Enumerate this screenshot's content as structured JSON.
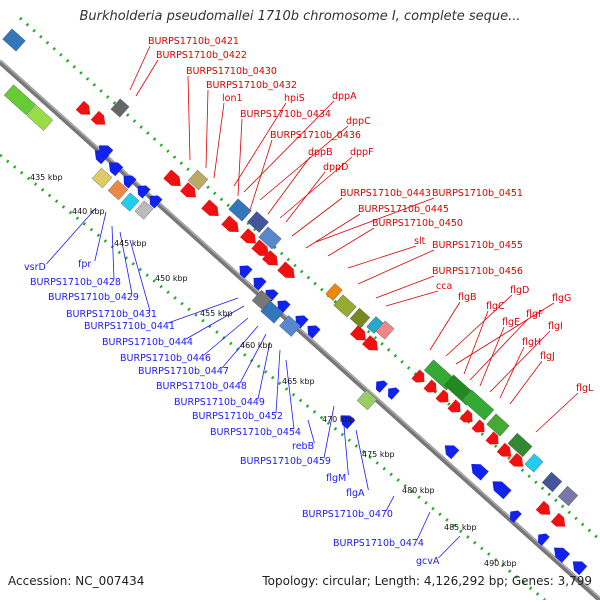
{
  "header": {
    "title": "Burkholderia pseudomallei 1710b chromosome I, complete seque..."
  },
  "footer": {
    "accession": "Accession: NC_007434",
    "summary": "Topology: circular; Length: 4,126,292 bp; Genes: 3,799"
  },
  "colors": {
    "forward": "#ee1111",
    "reverse": "#1122ee",
    "label_forward": "#dd0000",
    "label_reverse": "#1a1aff",
    "backbone": "#888888"
  },
  "ticks": [
    "435 kbp",
    "440 kbp",
    "445 kbp",
    "450 kbp",
    "455 kbp",
    "460 kbp",
    "465 kbp",
    "470 kbp",
    "475 kbp",
    "480 kbp",
    "485 kbp",
    "490 kbp"
  ],
  "forward_labels": [
    "BURPS1710b_0421",
    "BURPS1710b_0422",
    "BURPS1710b_0430",
    "BURPS1710b_0432",
    "lon1",
    "hpiS",
    "dppA",
    "BURPS1710b_0434",
    "dppC",
    "BURPS1710b_0436",
    "dppB",
    "dppF",
    "dppD",
    "BURPS1710b_0443",
    "BURPS1710b_0451",
    "BURPS1710b_0445",
    "BURPS1710b_0450",
    "slt",
    "BURPS1710b_0455",
    "BURPS1710b_0456",
    "cca",
    "flgB",
    "flgD",
    "flgG",
    "flgC",
    "flgF",
    "flgE",
    "flgI",
    "flgH",
    "flgJ",
    "flgL"
  ],
  "reverse_labels": [
    "vsrD",
    "fpr",
    "BURPS1710b_0428",
    "BURPS1710b_0429",
    "BURPS1710b_0431",
    "BURPS1710b_0441",
    "BURPS1710b_0444",
    "BURPS1710b_0446",
    "BURPS1710b_0447",
    "BURPS1710b_0448",
    "BURPS1710b_0449",
    "BURPS1710b_0452",
    "BURPS1710b_0454",
    "rebB",
    "BURPS1710b_0459",
    "flgM",
    "flgA",
    "BURPS1710b_0470",
    "BURPS1710b_0474",
    "gcvA"
  ]
}
